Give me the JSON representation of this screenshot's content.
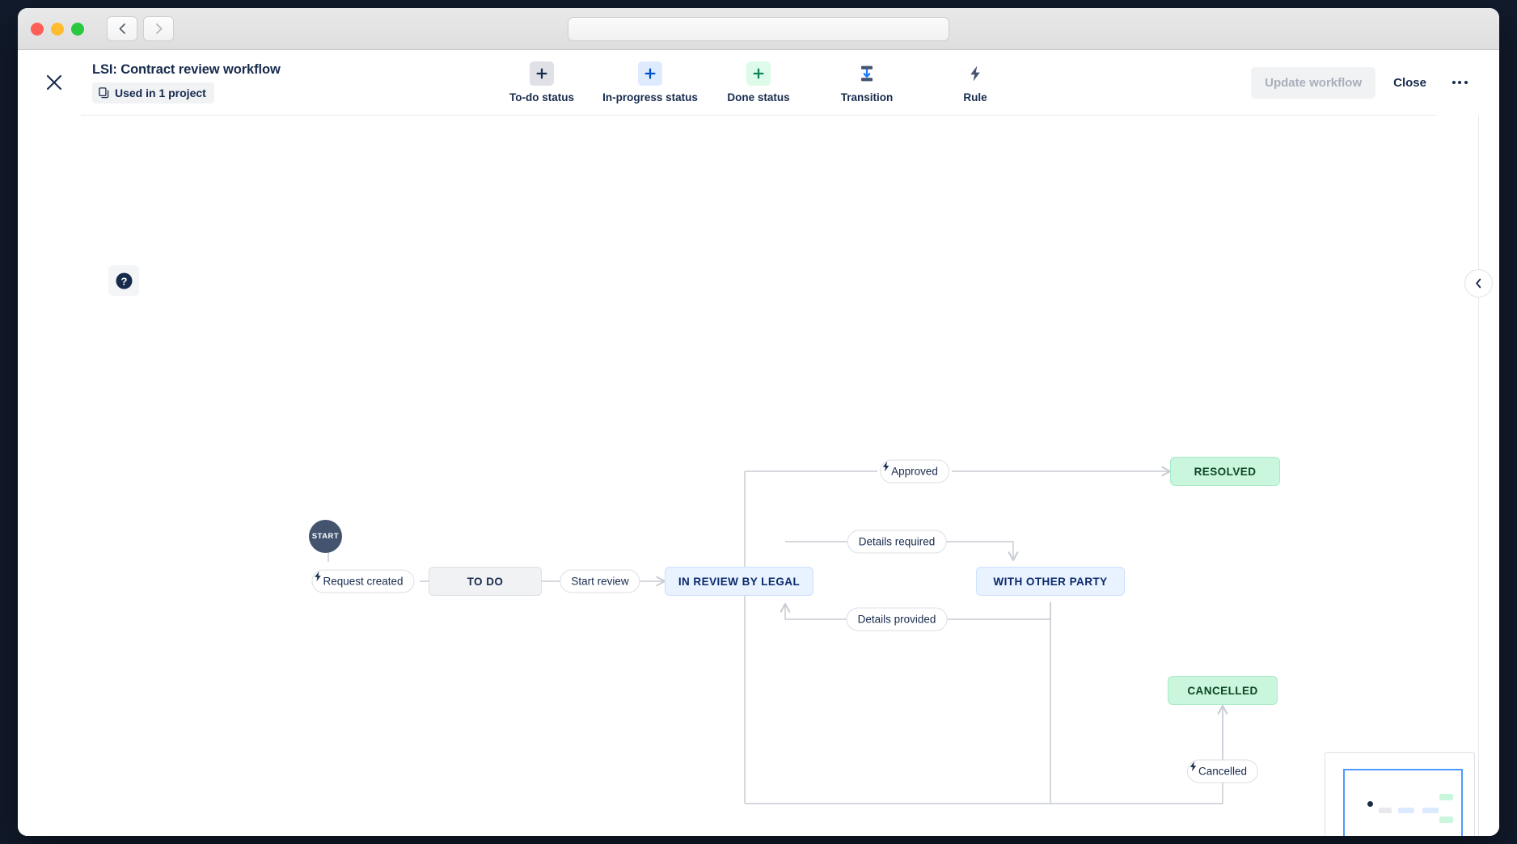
{
  "window": {
    "traffic_lights": [
      "close",
      "minimize",
      "zoom"
    ],
    "nav_back": "back-icon",
    "nav_forward": "forward-icon",
    "address_value": "",
    "address_placeholder": ""
  },
  "header": {
    "close_icon": "close-icon",
    "title": "LSI: Contract review workflow",
    "used_chip": "Used in 1 project",
    "used_chip_icon": "copy-icon",
    "update_label": "Update workflow",
    "close_label": "Close",
    "more_icon": "more-horizontal-icon"
  },
  "toolbar": {
    "items": [
      {
        "label": "To-do status",
        "icon": "plus-icon",
        "tone": "grey"
      },
      {
        "label": "In-progress status",
        "icon": "plus-icon",
        "tone": "blue"
      },
      {
        "label": "Done status",
        "icon": "plus-icon",
        "tone": "green"
      },
      {
        "label": "Transition",
        "icon": "transition-icon",
        "tone": "plain"
      },
      {
        "label": "Rule",
        "icon": "lightning-icon",
        "tone": "plain"
      }
    ]
  },
  "canvas": {
    "help_icon": "question-circle-icon",
    "collapse_icon": "chevron-left-icon"
  },
  "colors": {
    "todo_bg": "#f1f2f4",
    "inprogress_bg": "#e9f2ff",
    "done_bg": "#caf6dd",
    "accent_blue": "#0052cc",
    "start_circle": "#44546f",
    "connector": "#c7ccd4"
  },
  "workflow": {
    "start_label": "START",
    "nodes": [
      {
        "id": "todo",
        "label": "TO DO",
        "type": "todo"
      },
      {
        "id": "inreview",
        "label": "IN REVIEW BY LEGAL",
        "type": "blue"
      },
      {
        "id": "withother",
        "label": "WITH OTHER PARTY",
        "type": "blue"
      },
      {
        "id": "resolved",
        "label": "RESOLVED",
        "type": "green"
      },
      {
        "id": "cancelled",
        "label": "CANCELLED",
        "type": "green"
      }
    ],
    "transitions": [
      {
        "label": "Request created",
        "has_rule": true
      },
      {
        "label": "Start review",
        "has_rule": false
      },
      {
        "label": "Approved",
        "has_rule": true
      },
      {
        "label": "Details required",
        "has_rule": false
      },
      {
        "label": "Details provided",
        "has_rule": false
      },
      {
        "label": "Cancelled",
        "has_rule": true
      }
    ]
  }
}
